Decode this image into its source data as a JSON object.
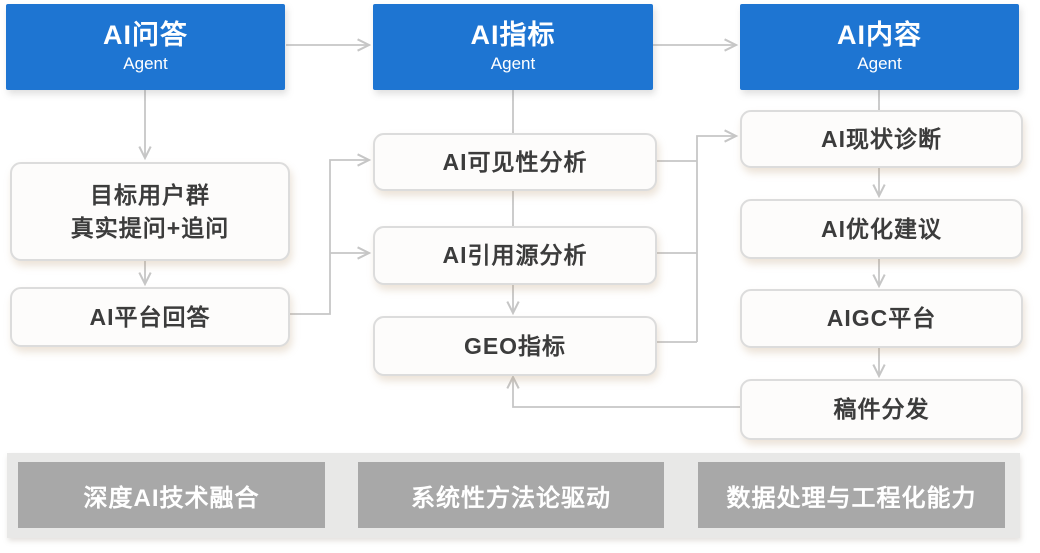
{
  "columns": [
    {
      "header": {
        "title": "AI问答",
        "subtitle": "Agent"
      },
      "boxes": [
        {
          "lines": [
            "目标用户群",
            "真实提问+追问"
          ]
        },
        {
          "lines": [
            "AI平台回答"
          ]
        }
      ]
    },
    {
      "header": {
        "title": "AI指标",
        "subtitle": "Agent"
      },
      "boxes": [
        {
          "lines": [
            "AI可见性分析"
          ]
        },
        {
          "lines": [
            "AI引用源分析"
          ]
        },
        {
          "lines": [
            "GEO指标"
          ]
        }
      ]
    },
    {
      "header": {
        "title": "AI内容",
        "subtitle": "Agent"
      },
      "boxes": [
        {
          "lines": [
            "AI现状诊断"
          ]
        },
        {
          "lines": [
            "AI优化建议"
          ]
        },
        {
          "lines": [
            "AIGC平台"
          ]
        },
        {
          "lines": [
            "稿件分发"
          ]
        }
      ]
    }
  ],
  "footer": {
    "items": [
      {
        "label": "深度AI技术融合"
      },
      {
        "label": "系统性方法论驱动"
      },
      {
        "label": "数据处理与工程化能力"
      }
    ]
  },
  "colors": {
    "header_blue": "#1e75d2",
    "node_border": "#dcdcdc",
    "connector_gray": "#c6c6c6",
    "footer_strip": "#e8e8e7",
    "footer_box": "#a8a8a8",
    "node_text": "#3c3c3c"
  }
}
